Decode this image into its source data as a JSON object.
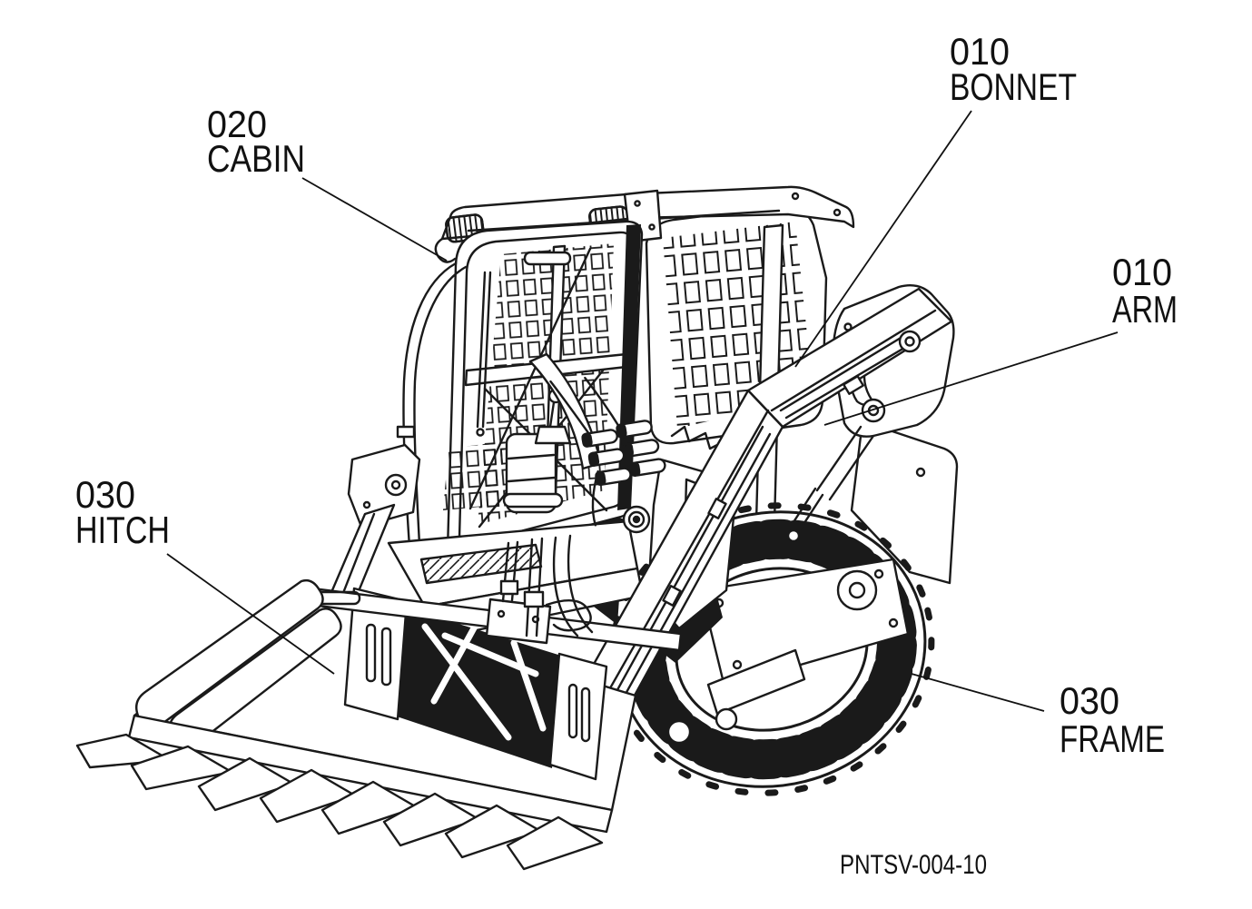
{
  "figure": {
    "kind": "parts-location-diagram",
    "subject": "compact track loader line illustration",
    "background_color": "#ffffff",
    "ink_color": "#1a1a1a"
  },
  "callouts": [
    {
      "id": "cabin",
      "code": "020",
      "label": "CABIN"
    },
    {
      "id": "bonnet",
      "code": "010",
      "label": "BONNET"
    },
    {
      "id": "arm",
      "code": "010",
      "label": "ARM"
    },
    {
      "id": "hitch",
      "code": "030",
      "label": "HITCH"
    },
    {
      "id": "frame",
      "code": "030",
      "label": "FRAME"
    }
  ],
  "drawing_number": "PNTSV-004-10"
}
